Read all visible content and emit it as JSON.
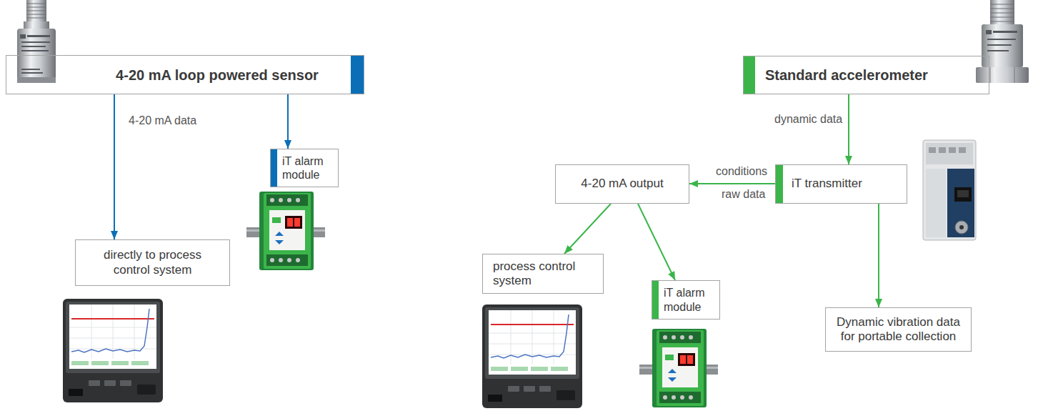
{
  "diagram": {
    "nodes": [
      {
        "text": [
          "4-20 mA loop powered sensor"
        ]
      },
      {
        "text": [
          "Standard accelerometer"
        ]
      },
      {
        "text": [
          "iT alarm module"
        ]
      },
      {
        "text": [
          "4-20 mA output"
        ]
      },
      {
        "text": [
          "iT transmitter"
        ]
      },
      {
        "text": [
          "directly to process control system"
        ]
      },
      {
        "text": [
          "process control system"
        ]
      },
      {
        "text": [
          "iT alarm module"
        ]
      },
      {
        "text": [
          "Dynamic vibration data for portable collection"
        ]
      }
    ],
    "edges": [
      {
        "from": 0,
        "to": 5,
        "arrow": "to",
        "label": "4-20 mA data"
      },
      {
        "from": 0,
        "to": 2,
        "arrow": "to"
      },
      {
        "from": 1,
        "to": 4,
        "arrow": "to",
        "label": "dynamic data"
      },
      {
        "from": 4,
        "to": 3,
        "arrow": "to",
        "label": "conditions"
      },
      {
        "from": 4,
        "to": 8,
        "arrow": "to"
      },
      {
        "from": 3,
        "to": 6,
        "arrow": "to"
      },
      {
        "from": 3,
        "to": 7,
        "arrow": "to"
      }
    ],
    "labels": [
      "raw data"
    ]
  }
}
